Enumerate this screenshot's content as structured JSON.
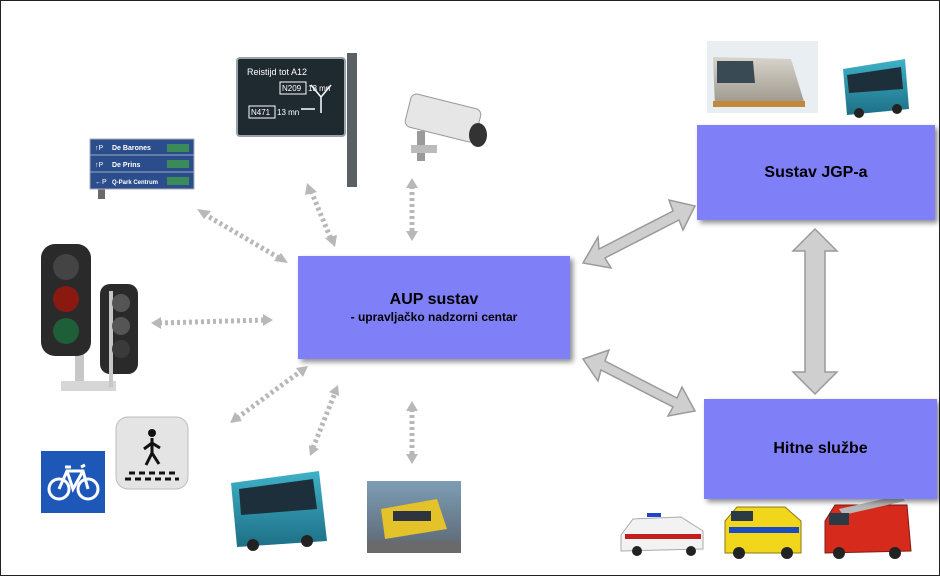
{
  "center": {
    "title": "AUP sustav",
    "subtitle": "- upravljačko nadzorni centar"
  },
  "boxes": {
    "jgp": "Sustav JGP-a",
    "hitne": "Hitne službe"
  },
  "images": {
    "vms_sign": {
      "title": "Reistijd tot A12",
      "row1_road": "N209",
      "row1_time": "13 mn",
      "row2_road": "N471",
      "row2_time": "13 mn"
    },
    "parking_sign": {
      "rows": [
        "De Barones",
        "De Prins",
        "Q-Park Centrum"
      ]
    }
  },
  "colors": {
    "box_fill": "#7f7ff7",
    "arrow_fill": "#cfcfcf",
    "dotted_arrow": "#b8b8b8"
  }
}
